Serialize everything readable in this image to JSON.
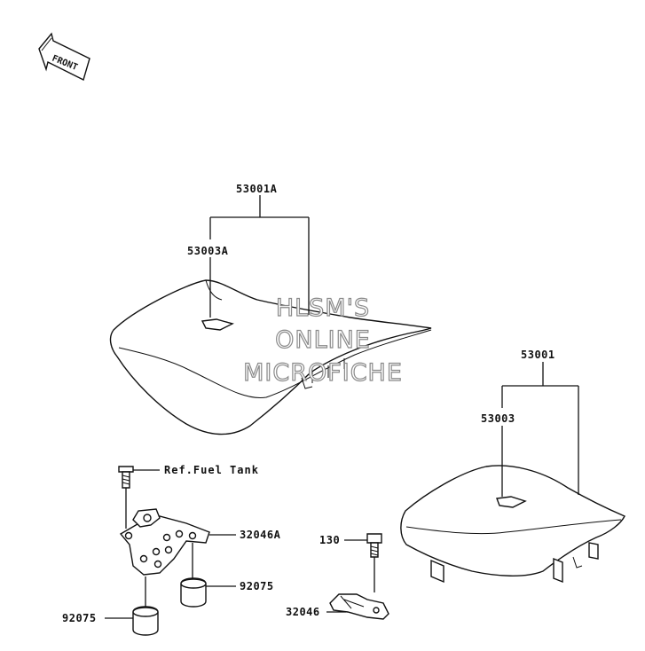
{
  "front_arrow": {
    "text": "FRONT"
  },
  "watermark": {
    "line1": "HLSM'S",
    "line2": "ONLINE",
    "line3": "MICROFICHE"
  },
  "labels": {
    "seat_front_assy": "53001A",
    "seat_front_cover": "53003A",
    "seat_rear_assy": "53001",
    "seat_rear_cover": "53003",
    "ref_fuel_tank": "Ref.Fuel Tank",
    "bracket_front": "32046A",
    "damper_right": "92075",
    "damper_left": "92075",
    "bolt": "130",
    "bracket_rear": "32046"
  }
}
